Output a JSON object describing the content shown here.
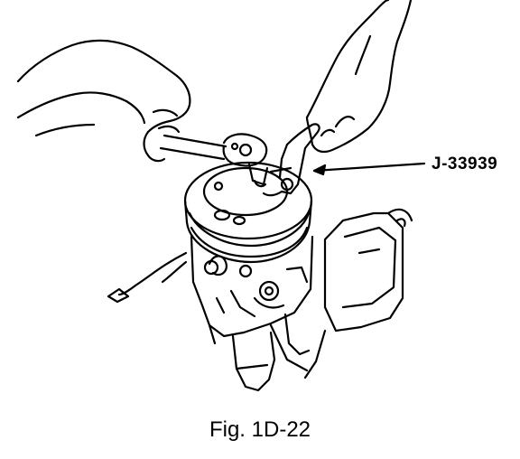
{
  "figure": {
    "callout_label": "J-33939",
    "caption": "Fig. 1D-22"
  },
  "colors": {
    "ink": "#000000",
    "paper": "#ffffff"
  },
  "icons": [
    "left-hand",
    "right-hand",
    "ratchet-wrench",
    "clutch-holder-tool",
    "compressor-body",
    "mounting-bracket"
  ]
}
